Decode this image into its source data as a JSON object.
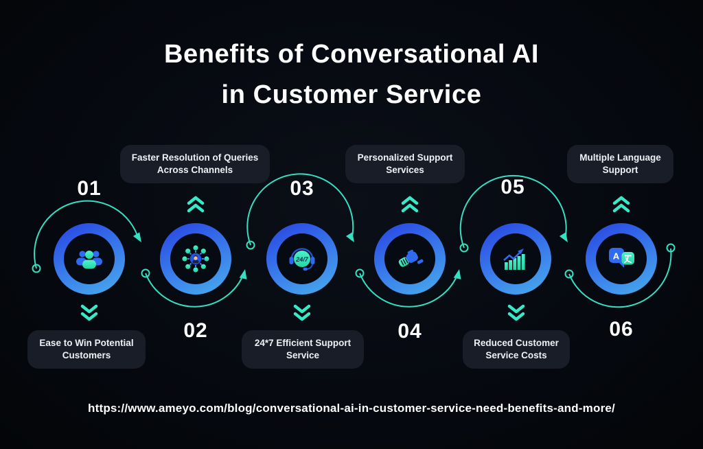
{
  "title": {
    "line1": "Benefits of Conversational AI",
    "line2": "in Customer Service"
  },
  "steps": [
    {
      "number": "01",
      "label": "Ease to Win Potential Customers",
      "label_position": "below",
      "icon": "users-group-icon"
    },
    {
      "number": "02",
      "label": "Faster Resolution of Queries Across Channels",
      "label_position": "above",
      "icon": "omnichannel-network-icon"
    },
    {
      "number": "03",
      "label": "24*7 Efficient Support Service",
      "label_position": "below",
      "icon": "headset-24-7-icon"
    },
    {
      "number": "04",
      "label": "Personalized Support Services",
      "label_position": "above",
      "icon": "handshake-icon"
    },
    {
      "number": "05",
      "label": "Reduced Customer Service Costs",
      "label_position": "below",
      "icon": "growth-chart-icon"
    },
    {
      "number": "06",
      "label": "Multiple Language Support",
      "label_position": "above",
      "icon": "translate-icon"
    }
  ],
  "icon_labels": {
    "support_badge": "24/7",
    "translate_latin": "A"
  },
  "footer_url": "https://www.ameyo.com/blog/conversational-ai-in-customer-service-need-benefits-and-more/",
  "colors": {
    "background": "#060910",
    "pill_background": "#181d27",
    "accent_teal": "#36dfc0",
    "ring_blue_start": "#2b4fe4",
    "ring_blue_end": "#47a9ea",
    "icon_blue": "#2f6bf0",
    "icon_teal": "#35e6c0",
    "text": "#ffffff"
  }
}
